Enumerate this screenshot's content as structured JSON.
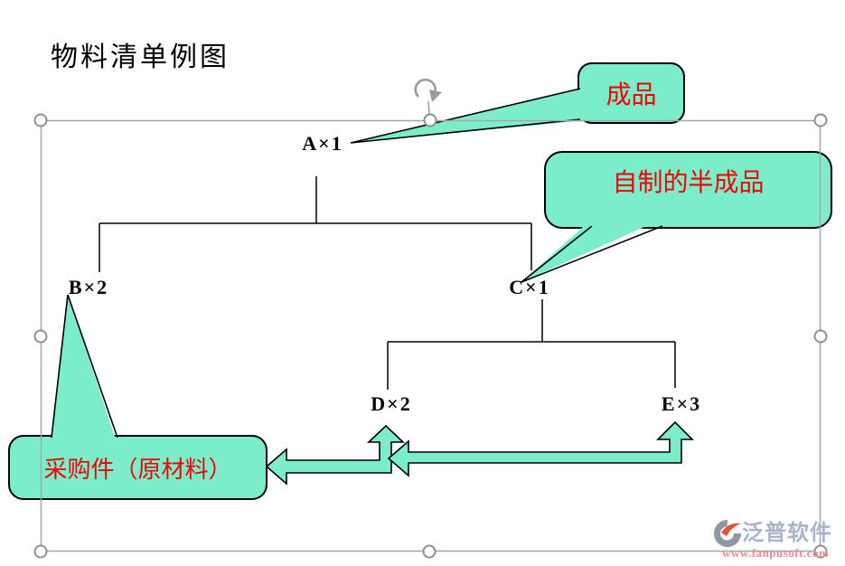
{
  "title": "物料清单例图",
  "tree": {
    "nodes": [
      {
        "id": "A",
        "label": "A×1"
      },
      {
        "id": "B",
        "label": "B×2"
      },
      {
        "id": "C",
        "label": "C×1"
      },
      {
        "id": "D",
        "label": "D×2"
      },
      {
        "id": "E",
        "label": "E×3"
      }
    ]
  },
  "callouts": [
    {
      "id": "finished-product",
      "label": "成品"
    },
    {
      "id": "semi-finished-product",
      "label": "自制的半成品"
    },
    {
      "id": "purchased-parts",
      "label": "采购件（原材料）"
    }
  ],
  "colors": {
    "callout_fill": "#7BEDCB",
    "callout_border": "#000000",
    "callout_text": "#F20000",
    "tree_line": "#000000",
    "selection": "#A6A6A6",
    "watermark_brand": "#A9B4CC",
    "watermark_url": "#E98E8E"
  },
  "watermark": {
    "brand": "泛普软件",
    "url": "www.fanpusoft.com"
  }
}
